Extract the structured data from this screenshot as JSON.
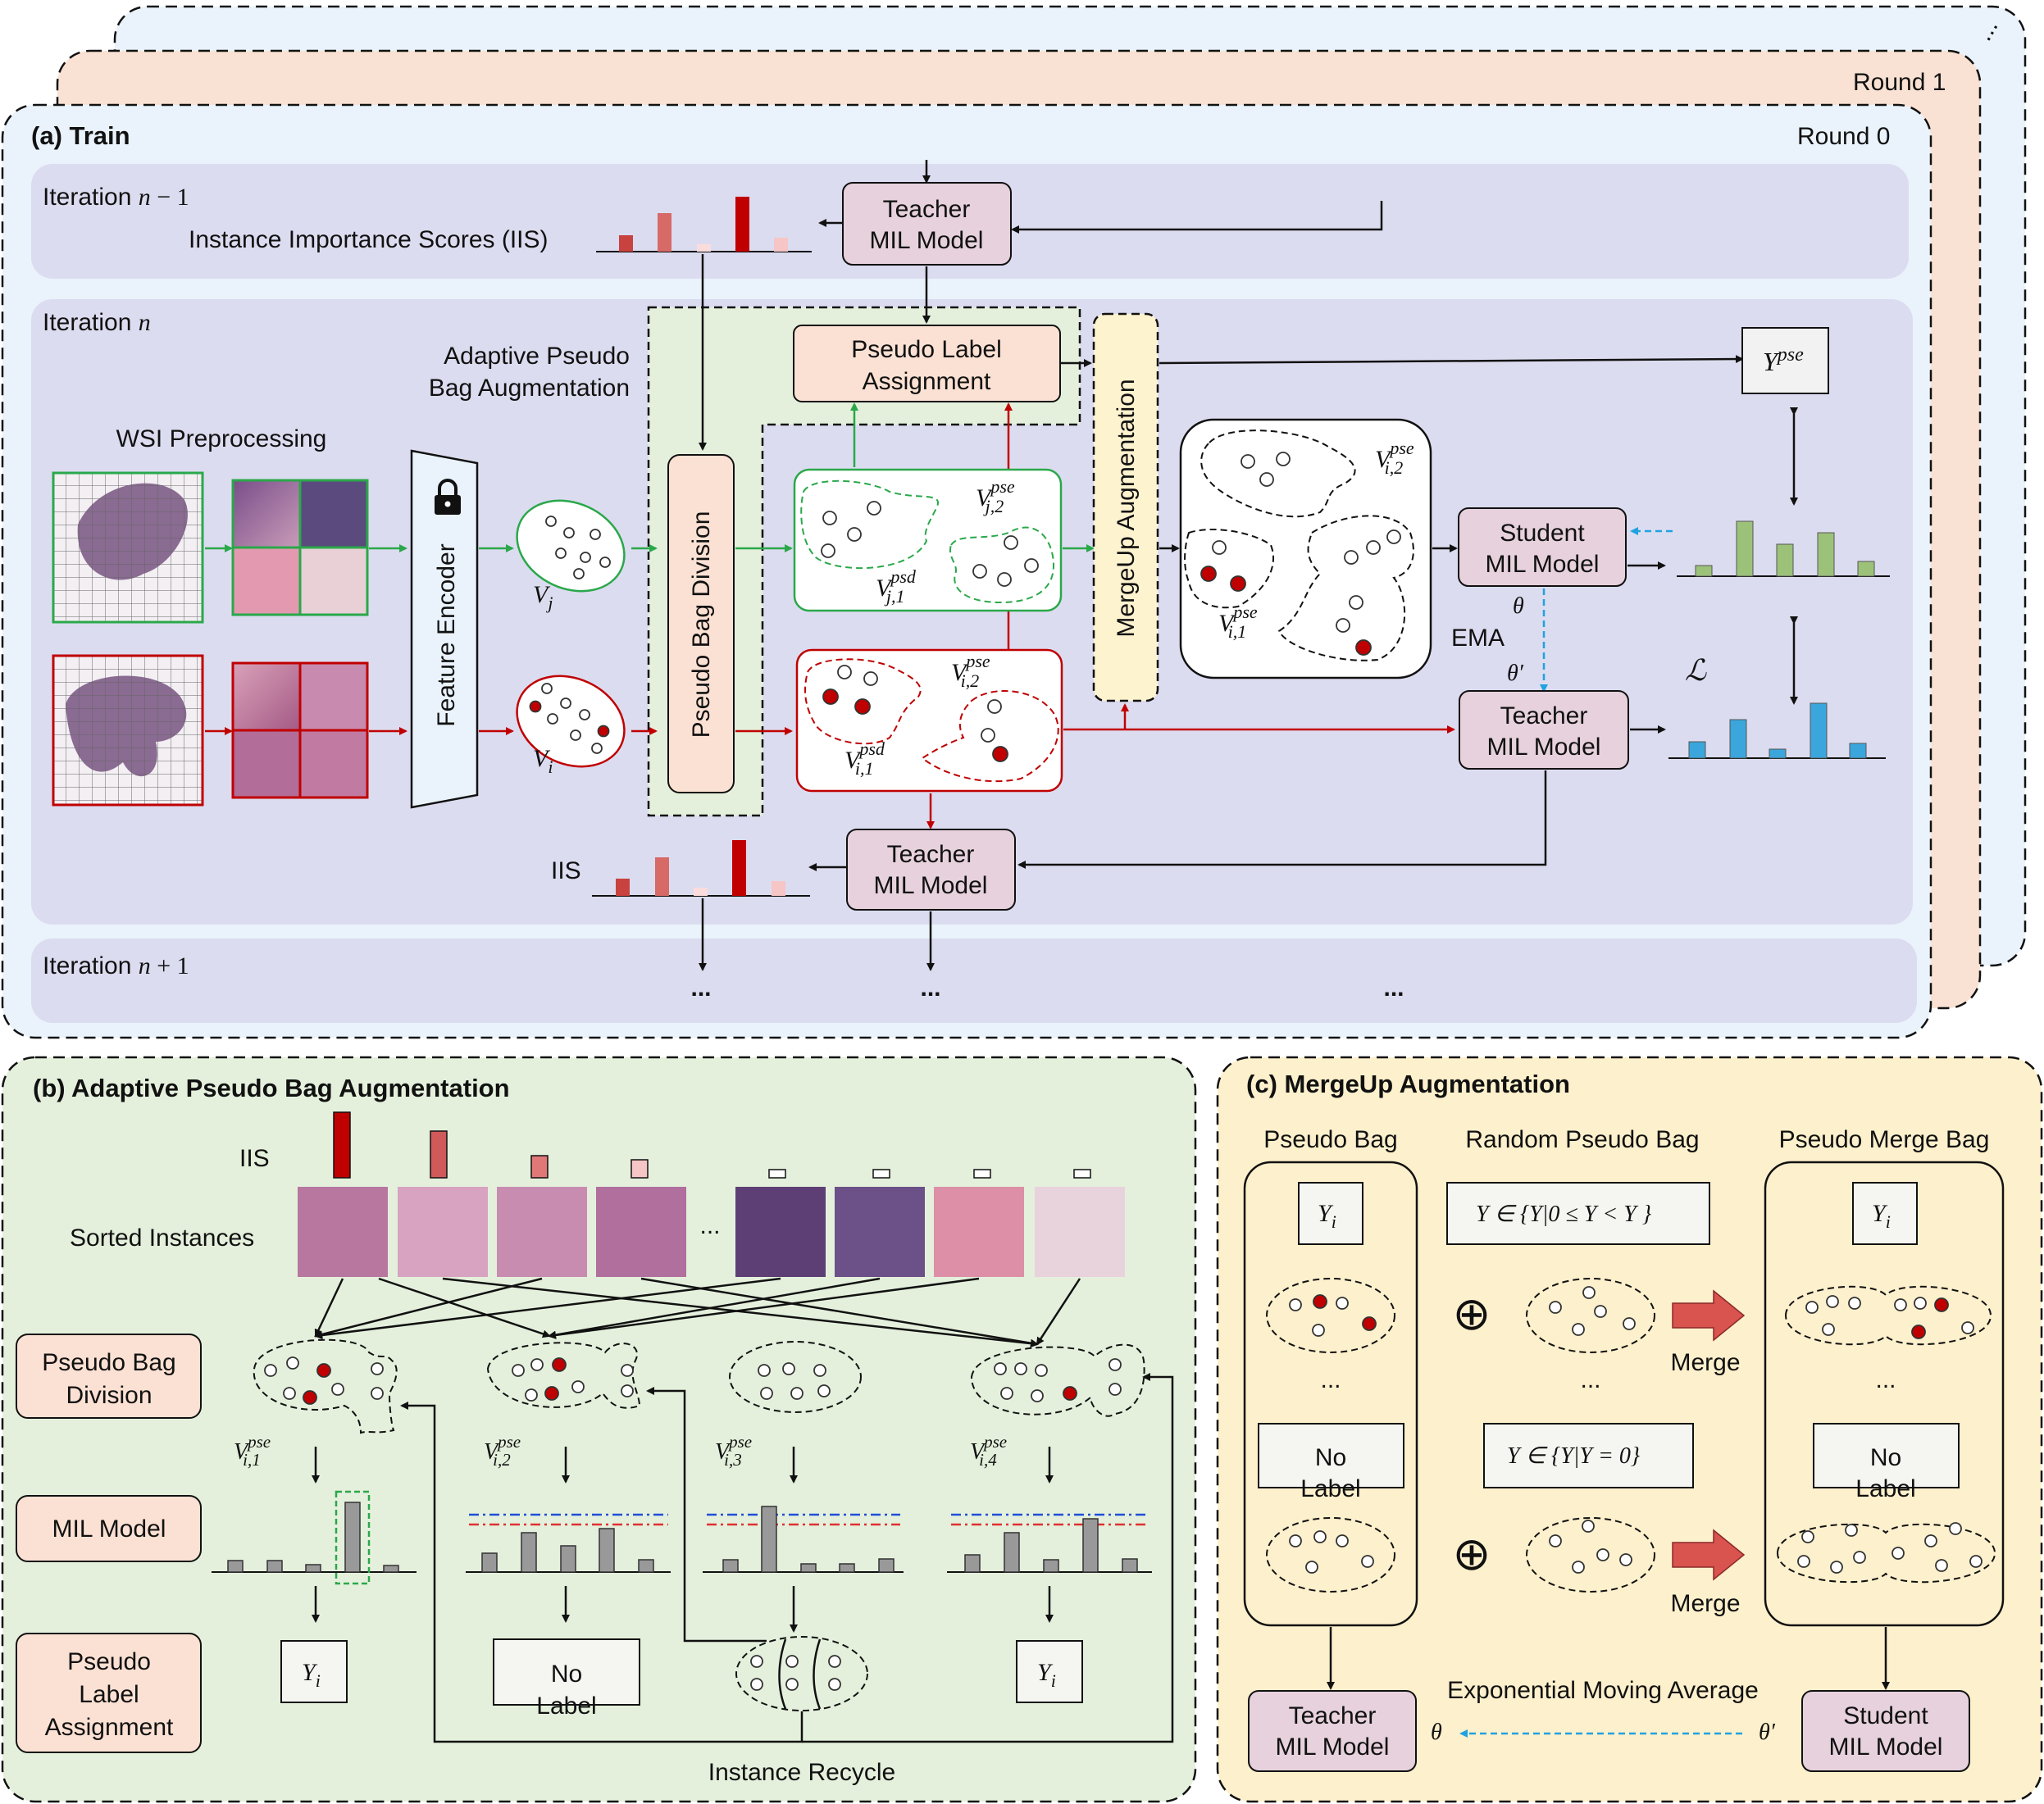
{
  "colors": {
    "red": "#c00000",
    "green": "#2aa84a",
    "blue": "#1fa2e0",
    "teacher_fill": "#e6d1dc",
    "label_fill": "#fbe1d3",
    "merge_fill": "#fef3cf",
    "train_bg": "#eaf3fb",
    "iter_bg": "#dcdcf0",
    "panel_b_bg": "#e4f0dc",
    "panel_c_bg": "#fdf0cc"
  },
  "rounds": {
    "round1": "Round 1",
    "round0": "Round 0",
    "more": "..."
  },
  "train": {
    "title": "(a) Train",
    "iter_prev": {
      "prefix": "Iteration ",
      "var": "n",
      "suffix": " − 1"
    },
    "iter_cur": {
      "prefix": "Iteration ",
      "var": "n"
    },
    "iter_next": {
      "prefix": "Iteration ",
      "var": "n",
      "suffix": " + 1"
    },
    "iis_full": "Instance Importance Scores (IIS)",
    "iis": "IIS",
    "teacher_line1": "Teacher",
    "teacher_line2": "MIL Model",
    "student_line1": "Student",
    "student_line2": "MIL Model",
    "apba_line1": "Adaptive Pseudo",
    "apba_line2": "Bag Augmentation",
    "wsi": "WSI Preprocessing",
    "encoder": "Feature Encoder",
    "division": "Pseudo Bag Division",
    "pla_line1": "Pseudo Label",
    "pla_line2": "Assignment",
    "mergeup": "MergeUp Augmentation",
    "ema": "EMA",
    "theta": "θ",
    "theta_prime": "θ′",
    "loss": "ℒ",
    "ypse_base": "Y",
    "ypse_sup": "pse",
    "vj": "V",
    "vj_sub": "j",
    "vi": "V",
    "vi_sub": "i",
    "vpsd_j1": {
      "base": "V",
      "sup": "psd",
      "sub": "j,1"
    },
    "vpse_j2": {
      "base": "V",
      "sup": "pse",
      "sub": "j,2"
    },
    "vpsd_i1": {
      "base": "V",
      "sup": "psd",
      "sub": "i,1"
    },
    "vpse_i2": {
      "base": "V",
      "sup": "pse",
      "sub": "i,2"
    },
    "vpse_mi2": {
      "base": "V",
      "sup": "pse",
      "sub": "i,2"
    },
    "vpse_mi1": {
      "base": "V",
      "sup": "pse",
      "sub": "i,1"
    },
    "ellipsis": "..."
  },
  "panel_b": {
    "title": "(b) Adaptive Pseudo Bag Augmentation",
    "iis": "IIS",
    "sorted": "Sorted Instances",
    "dots": "...",
    "division_line1": "Pseudo Bag",
    "division_line2": "Division",
    "mil": "MIL Model",
    "pla_line1": "Pseudo",
    "pla_line2": "Label",
    "pla_line3": "Assignment",
    "v1": {
      "base": "V",
      "sup": "pse",
      "sub": "i,1"
    },
    "v2": {
      "base": "V",
      "sup": "pse",
      "sub": "i,2"
    },
    "v3": {
      "base": "V",
      "sup": "pse",
      "sub": "i,3"
    },
    "v4": {
      "base": "V",
      "sup": "pse",
      "sub": "i,4"
    },
    "yi_base": "Y",
    "yi_sub": "i",
    "nolabel_line1": "No",
    "nolabel_line2": "Label",
    "recycle": "Instance Recycle"
  },
  "panel_c": {
    "title": "(c)  MergeUp Augmentation",
    "pseudo_bag": "Pseudo Bag",
    "random_bag": "Random Pseudo Bag",
    "merge_bag": "Pseudo Merge Bag",
    "yi_base": "Y",
    "yi_sub": "i",
    "yj_cond1": "Y  ∈ {Y|0 ≤ Y < Y }",
    "yj_cond2": "Y  ∈ {Y|Y = 0}",
    "dots": "...",
    "merge": "Merge",
    "nolabel_line1": "No",
    "nolabel_line2": "Label",
    "ema_text": "Exponential Moving Average",
    "teacher_line1": "Teacher",
    "teacher_line2": "MIL Model",
    "student_line1": "Student",
    "student_line2": "MIL Model",
    "theta": "θ",
    "theta_prime": "θ′",
    "oplus": "⊕"
  }
}
